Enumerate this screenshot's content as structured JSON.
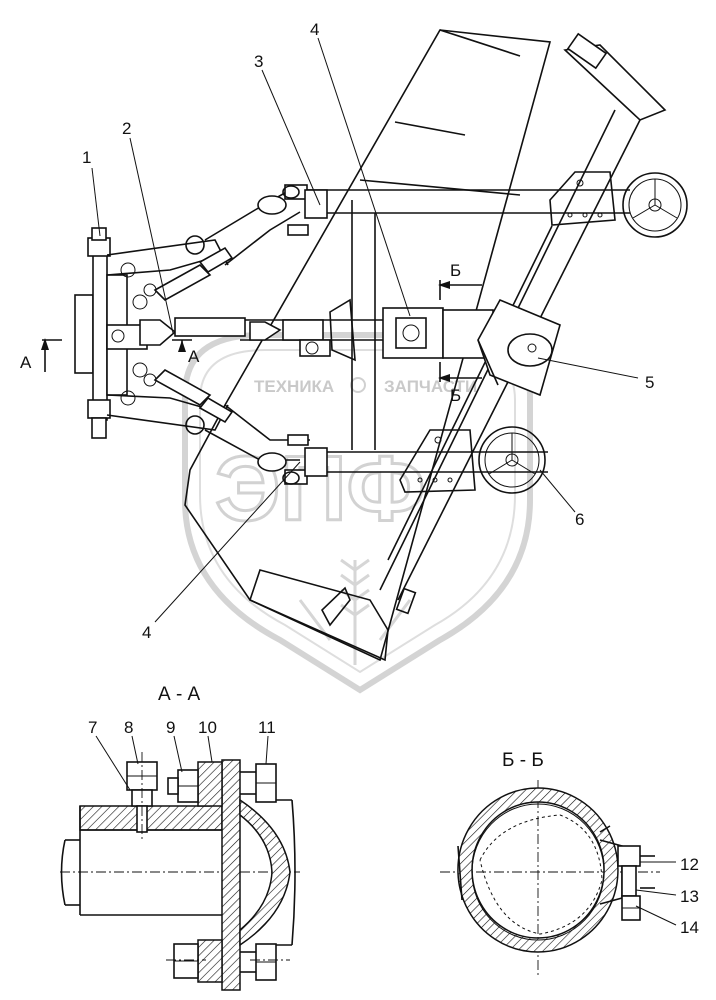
{
  "callouts": {
    "c1": "1",
    "c2": "2",
    "c3": "3",
    "c4_top": "4",
    "c4_bottom": "4",
    "c5": "5",
    "c6": "6",
    "c7": "7",
    "c8": "8",
    "c9": "9",
    "c10": "10",
    "c11": "11",
    "c12": "12",
    "c13": "13",
    "c14": "14"
  },
  "section_marks": {
    "a_left": "А",
    "a_right": "А",
    "b_top": "Б",
    "b_bottom": "Б"
  },
  "section_titles": {
    "aa": "А - А",
    "bb": "Б - Б"
  },
  "watermark": {
    "left": "ТЕХНИКА",
    "right": "ЗАПЧАСТИ",
    "logo": "ЭПФ",
    "color": "#c9c9c9"
  }
}
